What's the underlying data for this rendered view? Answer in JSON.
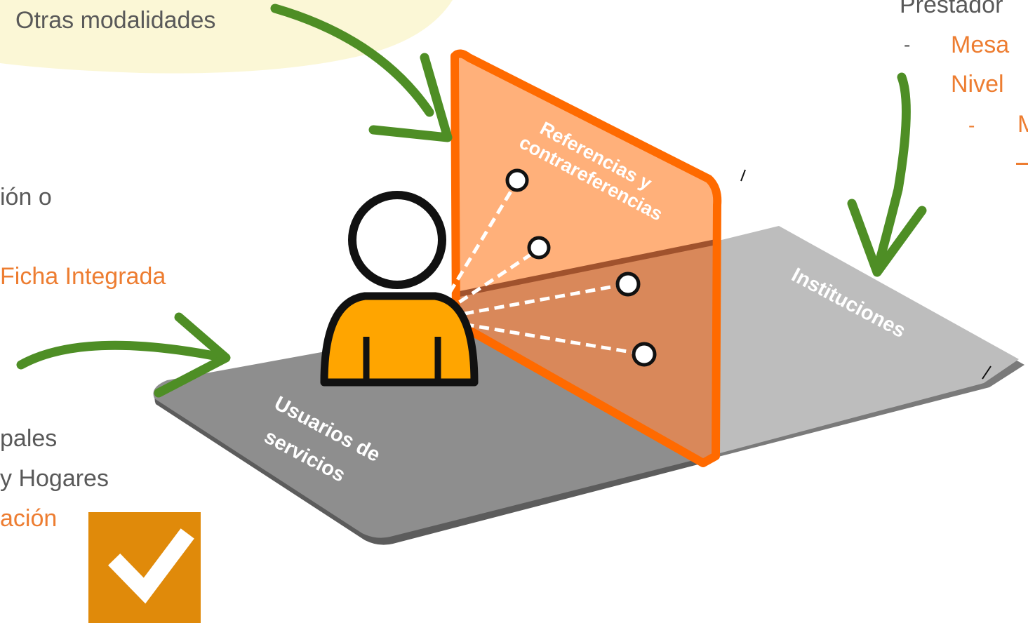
{
  "labels": {
    "otras_modalidades": "Otras modalidades",
    "prestador_partial": "Prestador",
    "mesa_partial": "Mesa",
    "nivel_partial": "Nivel",
    "dash_1": "-",
    "dash_2": "-",
    "m_partial": "M",
    "ion_o_partial": "ión o",
    "ficha_integrada_partial": "Ficha Integrada",
    "pales_partial": "pales",
    "y_hogares_partial": "y Hogares",
    "acion_partial": "ación"
  },
  "diagram": {
    "panel_label_line1": "Referencias y",
    "panel_label_line2": "contrareferencias",
    "platform_right_label": "Instituciones",
    "platform_left_line1": "Usuarios de",
    "platform_left_line2": "servicios"
  },
  "colors": {
    "accent_orange": "#ED7D31",
    "panel_orange": "#FF6A00",
    "arrow_green": "#4E8E25",
    "bubble_yellow": "#FBF7D6",
    "check_box": "#E08A0A",
    "gray_text": "#595959"
  },
  "icons": [
    "user-icon",
    "check-icon",
    "arrow-icon"
  ]
}
